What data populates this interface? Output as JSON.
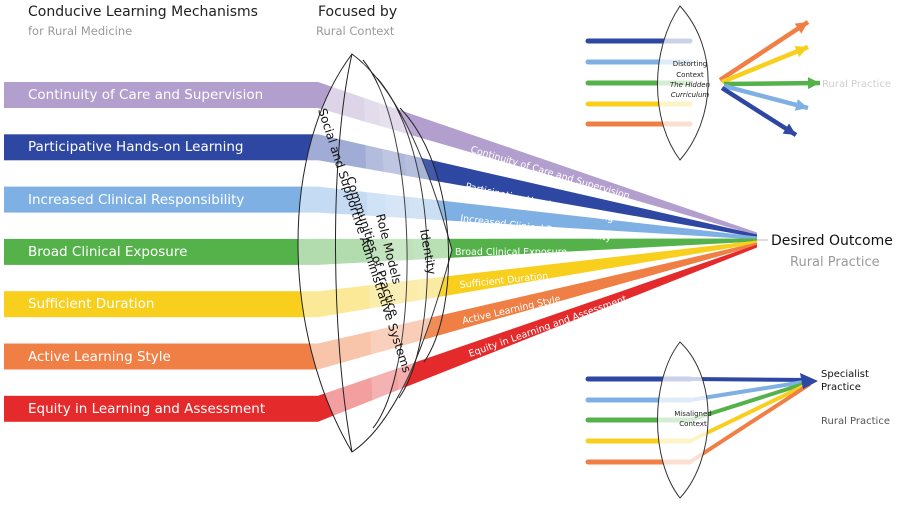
{
  "header": {
    "left_title": "Conducive Learning Mechanisms",
    "left_subtitle": "for Rural Medicine",
    "mid_title": "Focused by",
    "mid_subtitle": "Rural Context"
  },
  "mechanisms": [
    {
      "label": "Continuity of Care and Supervision",
      "color": "#b39fcd",
      "beam": "Continuity of Care and Supervision"
    },
    {
      "label": "Participative Hands-on Learning",
      "color": "#2e47a2",
      "beam": "Participative Hands-on Learning"
    },
    {
      "label": "Increased Clinical Responsibility",
      "color": "#7fb0e4",
      "beam": "Increased Clinical Responsibility"
    },
    {
      "label": "Broad Clinical Exposure",
      "color": "#55b24a",
      "beam": "Broad Clinical Exposure"
    },
    {
      "label": "Sufficient Duration",
      "color": "#f7cf1c",
      "beam": "Sufficient Duration"
    },
    {
      "label": "Active Learning Style",
      "color": "#f07f45",
      "beam": "Active Learning Style"
    },
    {
      "label": "Equity in Learning and Assessment",
      "color": "#e52a2b",
      "beam": "Equity in Learning and Assessment"
    }
  ],
  "lens_layers": [
    "Social and Supportive Administrative Systems",
    "Communities of Practice",
    "Role Models",
    "Identity"
  ],
  "outcome": {
    "title": "Desired Outcome",
    "subtitle": "Rural Practice"
  },
  "distort": {
    "lens_line1": "Distorting",
    "lens_line2": "Context",
    "lens_line3": "The Hidden",
    "lens_line4": "Curriculum",
    "target": "Rural Practice"
  },
  "misaligned": {
    "lens_line1": "Misaligned",
    "lens_line2": "Context",
    "target1_line1": "Specialist",
    "target1_line2": "Practice",
    "target2": "Rural Practice"
  },
  "small_colors": [
    "#2e47a2",
    "#7fb0e4",
    "#55b24a",
    "#f7cf1c",
    "#f07f45"
  ]
}
